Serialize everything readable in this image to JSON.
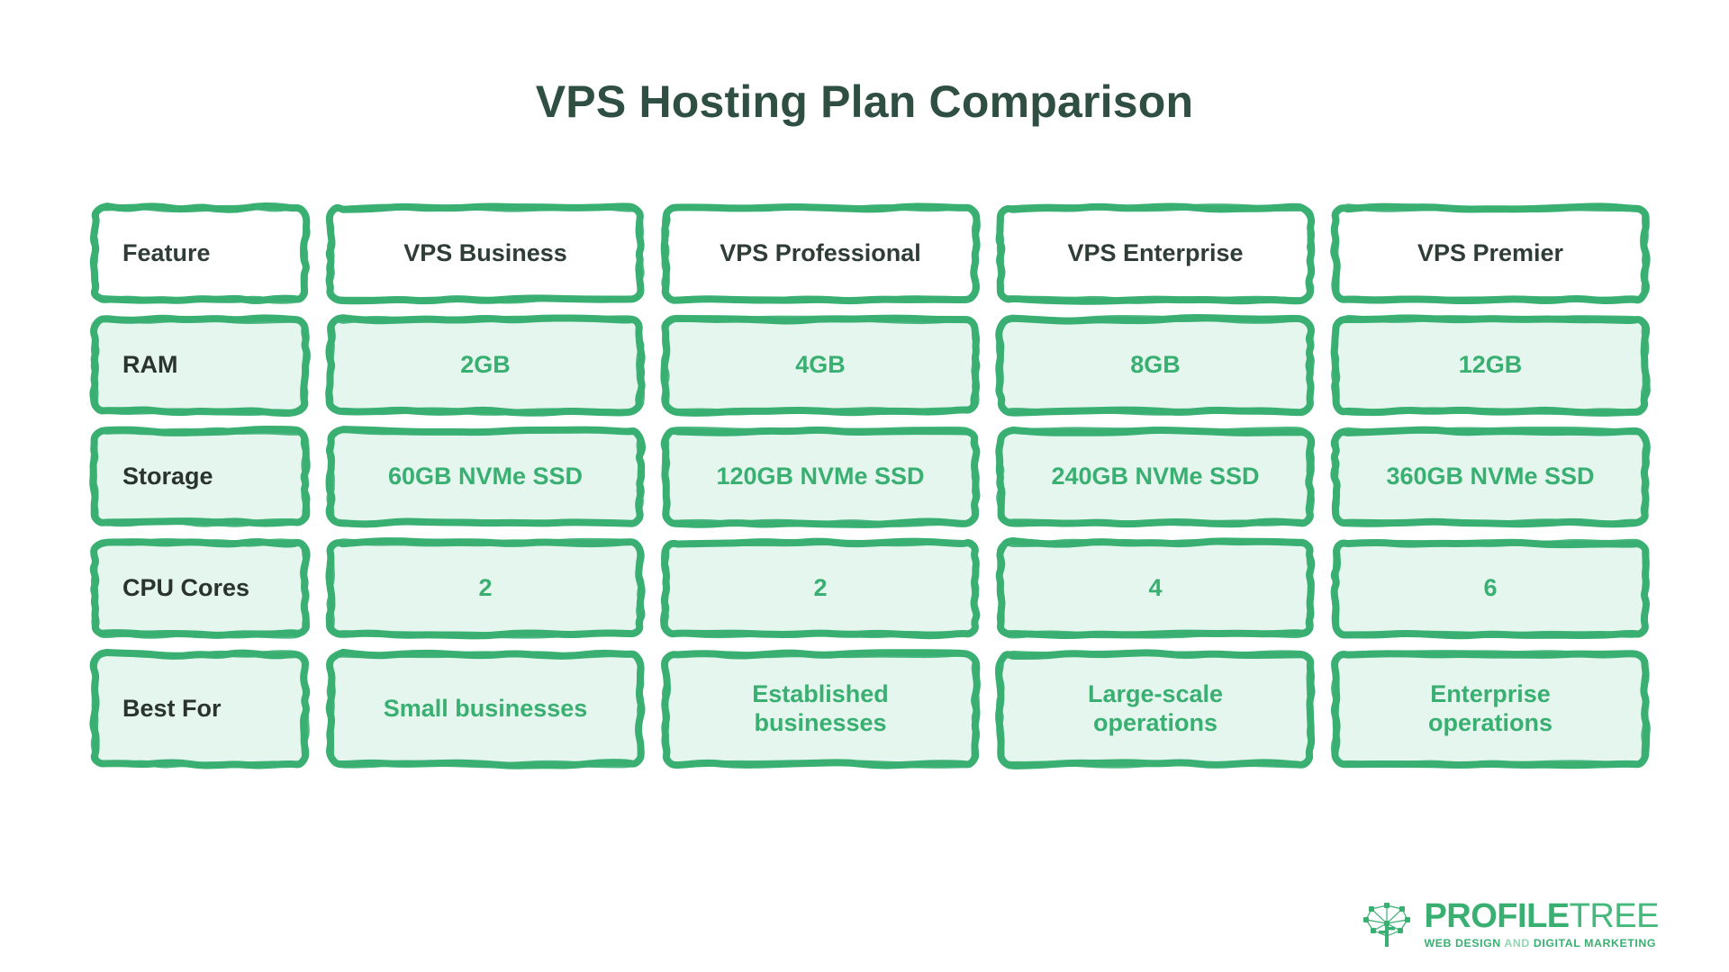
{
  "page": {
    "title": "VPS Hosting Plan Comparison",
    "background": "#ffffff"
  },
  "colors": {
    "title_text": "#2f4f42",
    "border_green": "#3aaf72",
    "cell_fill_mint": "#e4f6ed",
    "cell_fill_white": "#ffffff",
    "value_text_green": "#3aaf72",
    "feature_text_dark": "#2b332e"
  },
  "table": {
    "columns": [
      "Feature",
      "VPS Business",
      "VPS Professional",
      "VPS Enterprise",
      "VPS Premier"
    ],
    "rows": [
      {
        "feature": "RAM",
        "values": [
          "2GB",
          "4GB",
          "8GB",
          "12GB"
        ]
      },
      {
        "feature": "Storage",
        "values": [
          "60GB NVMe SSD",
          "120GB NVMe SSD",
          "240GB NVMe SSD",
          "360GB NVMe SSD"
        ]
      },
      {
        "feature": "CPU Cores",
        "values": [
          "2",
          "2",
          "4",
          "6"
        ]
      },
      {
        "feature": "Best For",
        "values": [
          "Small businesses",
          "Established\nbusinesses",
          "Large-scale\noperations",
          "Enterprise\noperations"
        ]
      }
    ]
  },
  "logo": {
    "icon": "network-tree-icon",
    "word_bold": "PROFILE",
    "word_light": "TREE",
    "tagline_part1": "WEB DESIGN ",
    "tagline_dim": "AND",
    "tagline_part2": " DIGITAL MARKETING",
    "tagline_full": "WEB DESIGN AND DIGITAL MARKETING"
  }
}
